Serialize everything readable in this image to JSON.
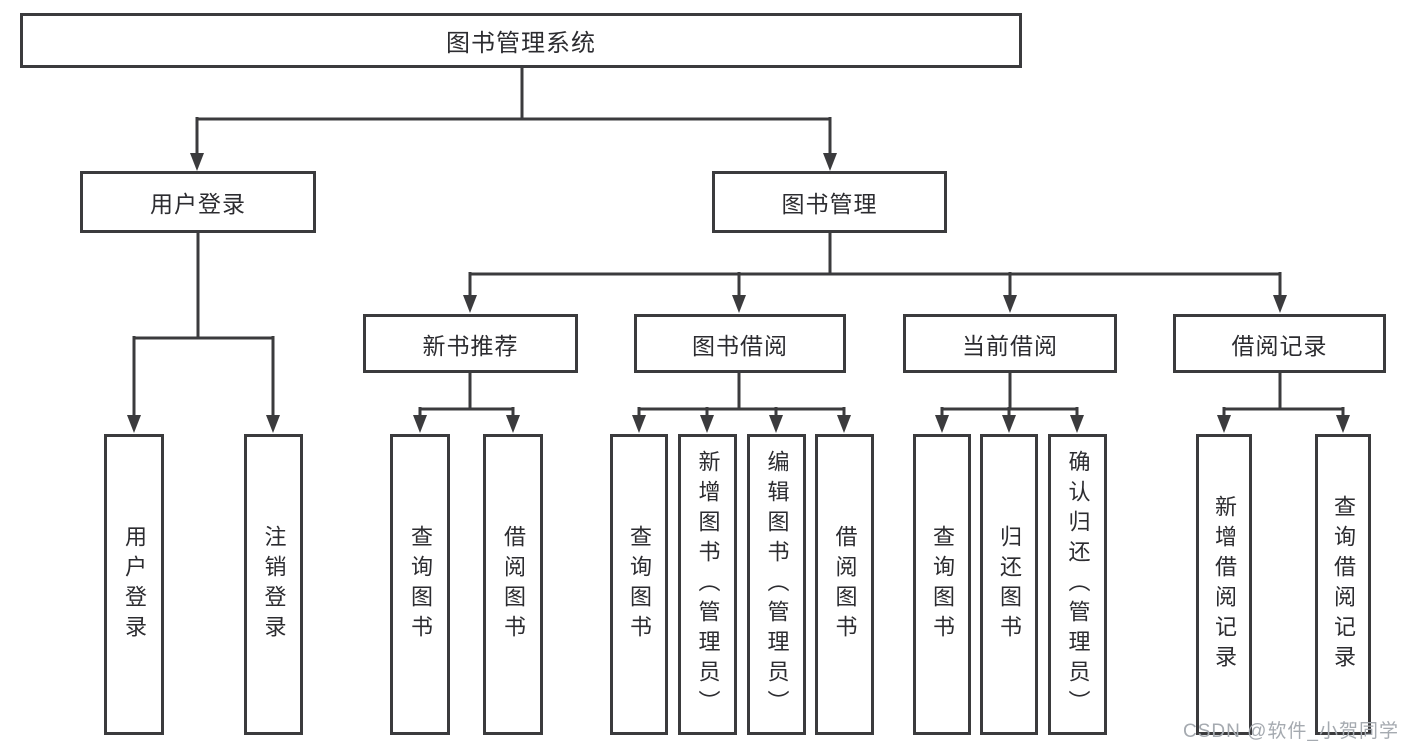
{
  "chart": {
    "root": {
      "label": "图书管理系统"
    },
    "branches": [
      {
        "label": "用户登录",
        "children": [
          "用户登录",
          "注销登录"
        ]
      },
      {
        "label": "图书管理"
      }
    ],
    "sections": [
      {
        "label": "新书推荐",
        "children": [
          "查询图书",
          "借阅图书"
        ]
      },
      {
        "label": "图书借阅",
        "children": [
          "查询图书",
          "新增图书（管理员）",
          "编辑图书（管理员）",
          "借阅图书"
        ]
      },
      {
        "label": "当前借阅",
        "children": [
          "查询图书",
          "归还图书",
          "确认归还（管理员）"
        ]
      },
      {
        "label": "借阅记录",
        "children": [
          "新增借阅记录",
          "查询借阅记录"
        ]
      }
    ],
    "watermark": "CSDN @软件_小贺同学",
    "colors": {
      "line": "#3b3b3d",
      "text": "#2c2c30",
      "box_background": "#ffffff",
      "watermark": "#a5aab0"
    }
  }
}
